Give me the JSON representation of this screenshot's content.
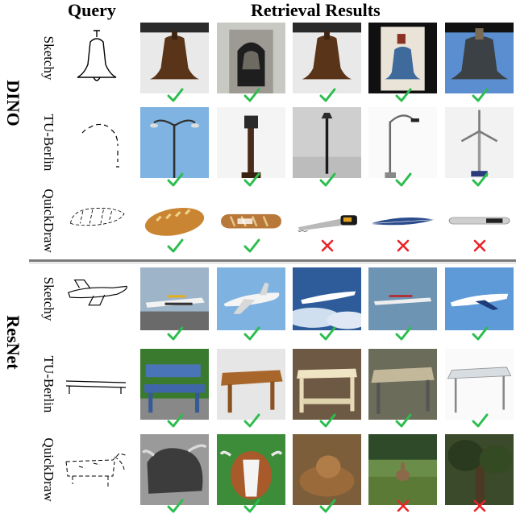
{
  "headers": {
    "query": "Query",
    "results": "Retrieval Results"
  },
  "groups": [
    {
      "name": "DINO",
      "rows": [
        {
          "dataset": "Sketchy",
          "sketch": "bell-sketch",
          "results": [
            {
              "image": "bell-photo",
              "correct": true
            },
            {
              "image": "bell-tower-photo",
              "correct": true
            },
            {
              "image": "bell-photo",
              "correct": true
            },
            {
              "image": "blue-bell-photo",
              "correct": true
            },
            {
              "image": "large-bell-photo",
              "correct": true
            }
          ]
        },
        {
          "dataset": "TU-Berlin",
          "sketch": "streetlight-sketch",
          "results": [
            {
              "image": "double-streetlight-photo",
              "correct": true
            },
            {
              "image": "lamp-post-photo",
              "correct": true
            },
            {
              "image": "streetlight-photo",
              "correct": true
            },
            {
              "image": "curved-streetlight-photo",
              "correct": true
            },
            {
              "image": "wind-turbine-photo",
              "correct": true
            }
          ]
        },
        {
          "dataset": "QuickDraw",
          "sketch": "bread-sketch",
          "results": [
            {
              "image": "bread-loaf-photo",
              "correct": true
            },
            {
              "image": "baguette-photo",
              "correct": true
            },
            {
              "image": "handsaw-photo",
              "correct": false
            },
            {
              "image": "feather-photo",
              "correct": false
            },
            {
              "image": "chainsaw-bar-photo",
              "correct": false
            }
          ]
        }
      ]
    },
    {
      "name": "ResNet",
      "rows": [
        {
          "dataset": "Sketchy",
          "sketch": "airplane-sketch",
          "results": [
            {
              "image": "propeller-plane-photo",
              "correct": true
            },
            {
              "image": "airliner-photo",
              "correct": true
            },
            {
              "image": "airliner-clouds-photo",
              "correct": true
            },
            {
              "image": "turboprop-photo",
              "correct": true
            },
            {
              "image": "jet-photo",
              "correct": true
            }
          ]
        },
        {
          "dataset": "TU-Berlin",
          "sketch": "bench-sketch",
          "results": [
            {
              "image": "blue-bench-photo",
              "correct": true
            },
            {
              "image": "wooden-table-photo",
              "correct": true
            },
            {
              "image": "white-table-photo",
              "correct": true
            },
            {
              "image": "slat-table-photo",
              "correct": true
            },
            {
              "image": "glass-table-photo",
              "correct": true
            }
          ]
        },
        {
          "dataset": "QuickDraw",
          "sketch": "cow-sketch",
          "results": [
            {
              "image": "highland-cow-photo",
              "correct": true
            },
            {
              "image": "cow-painting-photo",
              "correct": true
            },
            {
              "image": "calf-photo",
              "correct": true
            },
            {
              "image": "deer-photo",
              "correct": false
            },
            {
              "image": "tree-photo",
              "correct": false
            }
          ]
        }
      ]
    }
  ],
  "colors": {
    "correct": "#2dbd4e",
    "incorrect": "#e8242a",
    "divider": "#7a7a7a"
  }
}
